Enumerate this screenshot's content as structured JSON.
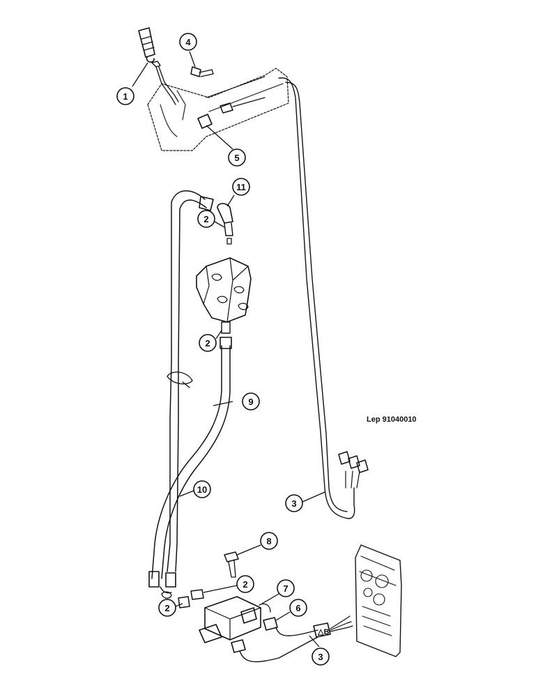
{
  "reference_code": "Lep 91040010",
  "callouts": [
    {
      "id": "c1",
      "label": "1"
    },
    {
      "id": "c2a",
      "label": "2"
    },
    {
      "id": "c2b",
      "label": "2"
    },
    {
      "id": "c2c",
      "label": "2"
    },
    {
      "id": "c2d",
      "label": "2"
    },
    {
      "id": "c3a",
      "label": "3"
    },
    {
      "id": "c3b",
      "label": "3"
    },
    {
      "id": "c4",
      "label": "4"
    },
    {
      "id": "c5",
      "label": "5"
    },
    {
      "id": "c6",
      "label": "6"
    },
    {
      "id": "c7",
      "label": "7"
    },
    {
      "id": "c8",
      "label": "8"
    },
    {
      "id": "c9",
      "label": "9"
    },
    {
      "id": "c10",
      "label": "10"
    },
    {
      "id": "c11",
      "label": "11"
    }
  ],
  "connector_label": "△B",
  "colors": {
    "ink": "#111111",
    "background": "#ffffff"
  }
}
